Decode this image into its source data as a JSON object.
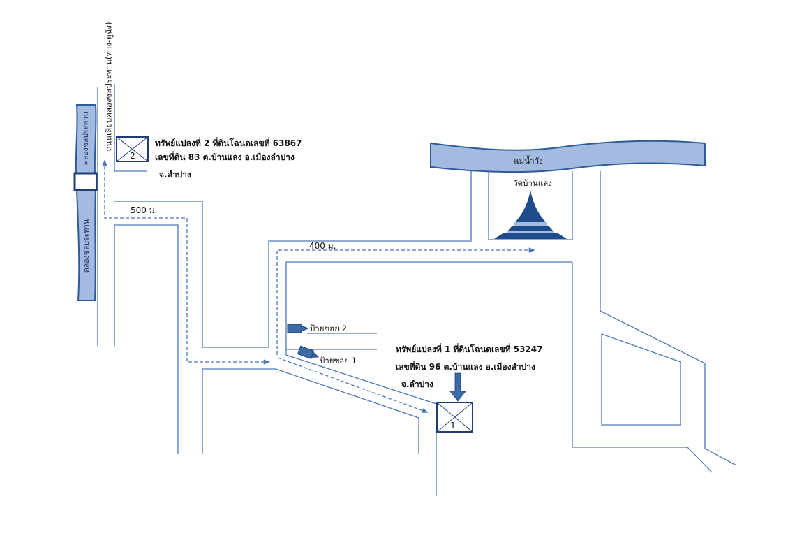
{
  "map": {
    "road_label": "ถนนเลียบคลองชลประทาน(ทาง-ตูฉัง)",
    "canal_label_upper": "คลองชลประทาน",
    "canal_label_lower": "คลองชลประทาน",
    "river_label": "แม่น้ำวัง",
    "temple_label": "วัดบ้านแลง",
    "distances": {
      "route_to_plot_2": "500 ม.",
      "route_to_temple": "400 ม."
    },
    "signs": {
      "soi_2": "ป้ายซอย 2",
      "soi_1": "ป้ายซอย 1"
    }
  },
  "plots": {
    "plot_2": {
      "marker": "2",
      "lines": [
        "ทรัพย์แปลงที่ 2 ที่ดินโฉนดเลขที่ 63867",
        "เลขที่ดิน 83 ต.บ้านแลง อ.เมืองลำปาง",
        "จ.ลำปาง"
      ]
    },
    "plot_1": {
      "marker": "1",
      "lines": [
        "ทรัพย์แปลงที่ 1 ที่ดินโฉนดเลขที่ 53247",
        "เลขที่ดิน 96 ต.บ้านแลง อ.เมืองลำปาง",
        "จ.ลำปาง"
      ]
    }
  },
  "icons": {
    "temple": "stupa-icon",
    "sign": "signpost-icon",
    "plot": "plot-marker-icon",
    "pointer": "down-arrow-icon"
  },
  "colors": {
    "road_line": "#4a78bd",
    "water_fill": "#a3bbe0",
    "water_border": "#2f5a99",
    "marker": "#1f3f74",
    "temple": "#1e4b8a",
    "sign": "#3d6aa8"
  }
}
